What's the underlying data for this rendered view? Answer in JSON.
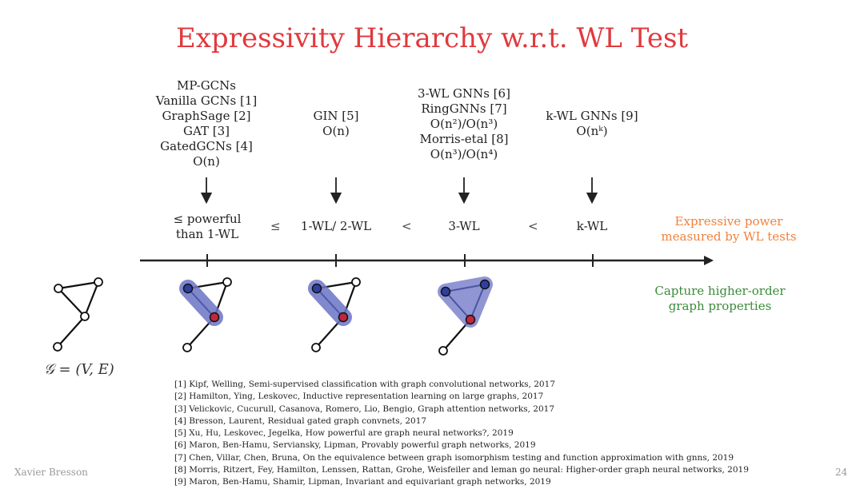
{
  "title": "Expressivity Hierarchy w.r.t. WL Test",
  "columns": [
    {
      "lines": [
        "MP-GCNs",
        "Vanilla GCNs [1]",
        "GraphSage [2]",
        "GAT [3]",
        "GatedGCNs [4]",
        "O(n)"
      ]
    },
    {
      "lines": [
        "GIN [5]",
        "O(n)"
      ]
    },
    {
      "lines": [
        "3-WL GNNs [6]",
        "RingGNNs [7]",
        "O(n²)/O(n³)",
        "Morris-etal [8]",
        "O(n³)/O(n⁴)"
      ]
    },
    {
      "lines": [
        "k-WL GNNs [9]",
        "O(nᵏ)"
      ]
    }
  ],
  "levels": {
    "l1_line1": "≤ powerful",
    "l1_line2": "than 1-WL",
    "l2": "1-WL/ 2-WL",
    "l3": "3-WL",
    "l4": "k-WL"
  },
  "relations": {
    "r1": "≤",
    "r2": "<",
    "r3": "<"
  },
  "expressive": {
    "line1": "Expressive power",
    "line2": "measured by WL tests"
  },
  "higher_order": {
    "line1": "Capture higher-order",
    "line2": "graph properties"
  },
  "graph_formula": "𝒢 = (V, E)",
  "references": [
    "[1] Kipf, Welling, Semi-supervised classification with graph convolutional networks, 2017",
    "[2] Hamilton, Ying, Leskovec, Inductive representation learning on large graphs, 2017",
    "[3] Velickovic, Cucurull, Casanova, Romero, Lio, Bengio, Graph attention networks, 2017",
    "[4] Bresson, Laurent, Residual gated graph convnets, 2017",
    "[5] Xu, Hu, Leskovec, Jegelka, How powerful are graph neural networks?, 2019",
    "[6] Maron, Ben-Hamu, Serviansky, Lipman, Provably powerful graph networks, 2019",
    "[7] Chen, Villar, Chen, Bruna, On the equivalence between graph isomorphism testing and function approximation with gnns, 2019",
    "[8] Morris, Ritzert, Fey, Hamilton, Lenssen, Rattan, Grohe, Weisfeiler and leman go neural: Higher-order graph neural networks, 2019",
    "[9] Maron, Ben-Hamu, Shamir, Lipman, Invariant and equivariant graph networks, 2019"
  ],
  "footer": {
    "author": "Xavier Bresson",
    "page": "24"
  },
  "colors": {
    "title": "#e0393e",
    "expressive": "#f0823b",
    "higher_order": "#3b8a3b",
    "highlight": "#7078c0",
    "node_blue": "#2e3f9e",
    "node_red": "#c0283a"
  }
}
